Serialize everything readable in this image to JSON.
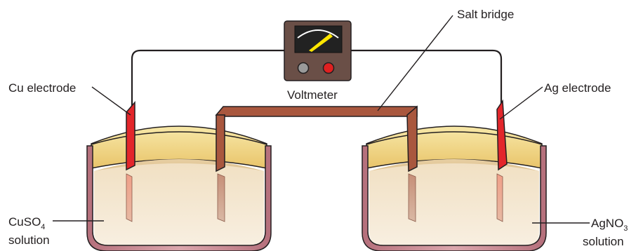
{
  "labels": {
    "cu_electrode": "Cu electrode",
    "ag_electrode": "Ag electrode",
    "salt_bridge": "Salt bridge",
    "voltmeter": "Voltmeter",
    "cuso4": {
      "main": "CuSO",
      "subscript": "4",
      "line2": "solution"
    },
    "agno3": {
      "main": "AgNO",
      "subscript": "3",
      "line2": "solution"
    }
  },
  "colors": {
    "copper_electrode": "#e3262b",
    "silver_electrode": "#e3262b",
    "salt_bridge": "#a9573e",
    "solution": "#f2e3c8",
    "solution_surface": "#e2c89a",
    "beaker_rim": "#f3d98a",
    "beaker_wall": "#c98a93",
    "voltmeter_body": "#6a4f47",
    "voltmeter_dial": "#222222",
    "needle": "#ffe600",
    "knob_left": "#9a9a9a",
    "knob_right": "#e02020",
    "wire": "#231f20"
  }
}
